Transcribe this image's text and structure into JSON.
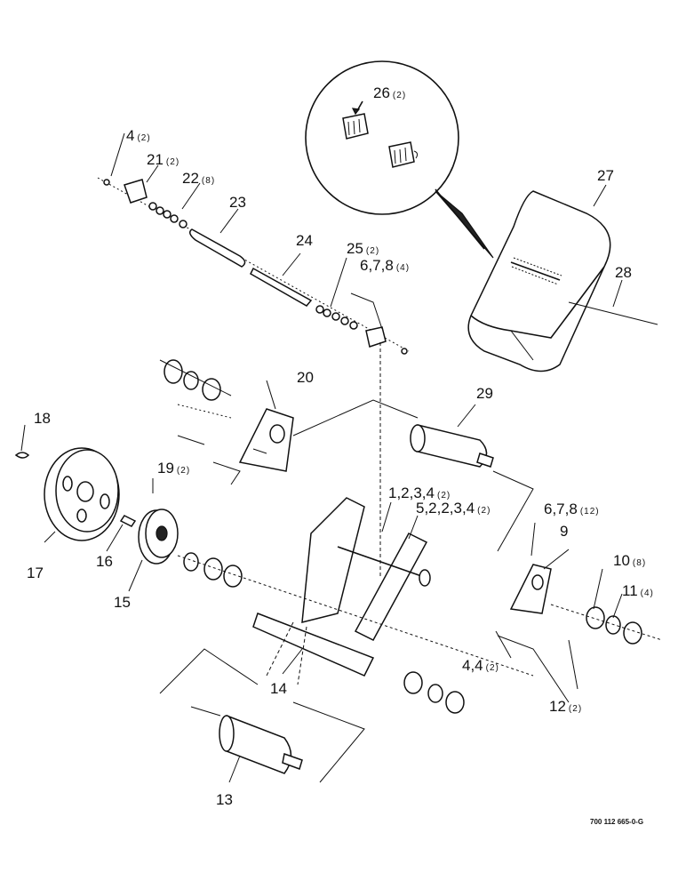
{
  "labels": {
    "p1": {
      "num": "1,2,3,4",
      "qty": "(2)"
    },
    "p5": {
      "num": "5,2,2,3,4",
      "qty": "(2)"
    },
    "p4_top": {
      "num": "4",
      "qty": "(2)"
    },
    "p4b": {
      "num": "4,4",
      "qty": "(2)"
    },
    "p6_top": {
      "num": "6,7,8",
      "qty": "(4)"
    },
    "p6_right": {
      "num": "6,7,8",
      "qty": "(12)"
    },
    "p9": {
      "num": "9"
    },
    "p10": {
      "num": "10",
      "qty": "(8)"
    },
    "p11": {
      "num": "11",
      "qty": "(4)"
    },
    "p12": {
      "num": "12",
      "qty": "(2)"
    },
    "p13": {
      "num": "13"
    },
    "p14": {
      "num": "14"
    },
    "p15": {
      "num": "15"
    },
    "p16": {
      "num": "16"
    },
    "p17": {
      "num": "17"
    },
    "p18": {
      "num": "18"
    },
    "p19": {
      "num": "19",
      "qty": "(2)"
    },
    "p20": {
      "num": "20"
    },
    "p21": {
      "num": "21",
      "qty": "(2)"
    },
    "p22": {
      "num": "22",
      "qty": "(8)"
    },
    "p23": {
      "num": "23"
    },
    "p24": {
      "num": "24"
    },
    "p25": {
      "num": "25",
      "qty": "(2)"
    },
    "p26": {
      "num": "26",
      "qty": "(2)"
    },
    "p27": {
      "num": "27"
    },
    "p28": {
      "num": "28"
    },
    "p29": {
      "num": "29"
    }
  },
  "document_number": "700 112 665-0-G"
}
